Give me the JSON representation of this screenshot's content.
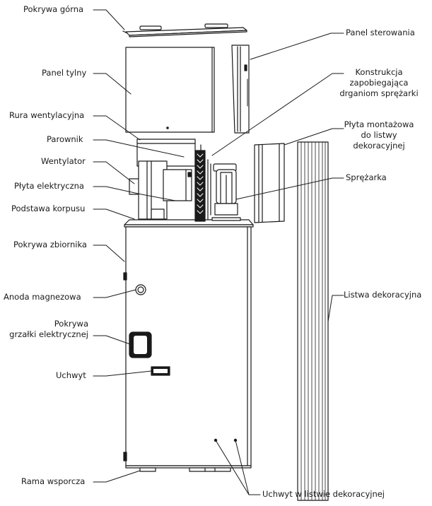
{
  "labels": {
    "top_cover": "Pokrywa górna",
    "back_panel": "Panel tylny",
    "vent_pipe": "Rura wentylacyjna",
    "evaporator": "Parownik",
    "fan": "Wentylator",
    "electric_plate": "Płyta elektryczna",
    "body_base": "Podstawa korpusu",
    "tank_cover": "Pokrywa zbiornika",
    "magnesium_anode": "Anoda magnezowa",
    "heater_cover_line1": "Pokrywa",
    "heater_cover_line2": "grzałki elektrycznej",
    "handle": "Uchwyt",
    "support_frame": "Rama wsporcza",
    "control_panel": "Panel sterowania",
    "anti_vibration_line1": "Konstrukcja",
    "anti_vibration_line2": "zapobiegająca",
    "anti_vibration_line3": "drganiom sprężarki",
    "mounting_plate_line1": "Płyta montażowa",
    "mounting_plate_line2": "do listwy",
    "mounting_plate_line3": "dekoracyjnej",
    "compressor": "Sprężarka",
    "decorative_strip": "Listwa dekoracyjna",
    "strip_handle": "Uchwyt w listwie dekoracyjnej"
  },
  "colors": {
    "line": "#1a1a1a",
    "fill": "#ffffff"
  }
}
